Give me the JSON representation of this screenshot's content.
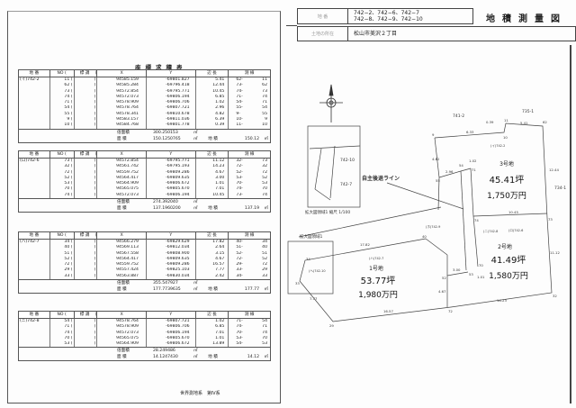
{
  "title_block": {
    "lot_label": "地 番",
    "lot_line1": "742−2、742−6、742−7",
    "lot_line2": "742−8、742−9、742−10",
    "doc_title": "地積測量図",
    "location_label": "土地の所在",
    "location": "松山市美沢２丁目"
  },
  "table_title": "座標求積表",
  "headers": [
    "地 番",
    "NO",
    "標 識",
    "X",
    "Y",
    "辺 長",
    "測 線"
  ],
  "footer_labels": {
    "double": "倍面積",
    "area": "面 積",
    "chiseki": "地 積",
    "unit": "㎡"
  },
  "tables": [
    {
      "lot": "(イ)742-2",
      "rows": [
        [
          "11",
          "94585.159",
          "-69801.827",
          "5.41",
          "62-",
          "11"
        ],
        [
          "62",
          "94585.284",
          "-69796.418",
          "12.44",
          "73-",
          "62"
        ],
        [
          "73",
          "94572.854",
          "-69795.771",
          "10.45",
          "74-",
          "73"
        ],
        [
          "74",
          "94572.073",
          "-69806.194",
          "6.85",
          "71-",
          "74"
        ],
        [
          "71",
          "94578.909",
          "-69806.706",
          "1.02",
          "54-",
          "71"
        ],
        [
          "54",
          "94578.764",
          "-69807.721",
          "2.96",
          "55-",
          "54"
        ],
        [
          "55",
          "94578.341",
          "-69810.678",
          "4.82",
          "9-",
          "55"
        ],
        [
          "9",
          "94583.157",
          "-69811.036",
          "6.39",
          "10-",
          "9"
        ],
        [
          "10",
          "94584.768",
          "-69801.778",
          "0.39",
          "11-",
          "10"
        ]
      ],
      "double_area": "300.250153",
      "area": "150.1250765",
      "chiseki": "150.12"
    },
    {
      "lot": "(ロ)742-6",
      "rows": [
        [
          "73",
          "94572.854",
          "-69795.771",
          "11.12",
          "32-",
          "73"
        ],
        [
          "32",
          "94561.742",
          "-69795.193",
          "14.23",
          "72-",
          "32"
        ],
        [
          "72",
          "94559.752",
          "-69809.286",
          "4.67",
          "52-",
          "72"
        ],
        [
          "52",
          "94564.417",
          "-69809.635",
          "3.00",
          "53-",
          "52"
        ],
        [
          "53",
          "94564.909",
          "-69806.672",
          "1.01",
          "70-",
          "53"
        ],
        [
          "70",
          "94565.075",
          "-69805.670",
          "7.01",
          "74-",
          "70"
        ],
        [
          "74",
          "94572.073",
          "-69806.194",
          "10.45",
          "73-",
          "74"
        ]
      ],
      "double_area": "274.392040",
      "area": "137.1960200",
      "chiseki": "137.19"
    },
    {
      "lot": "(ハ)742-7",
      "rows": [
        [
          "34",
          "94566.279",
          "-69829.629",
          "17.82",
          "40-",
          "34"
        ],
        [
          "40",
          "94569.113",
          "-69812.034",
          "2.64",
          "51-",
          "40"
        ],
        [
          "51",
          "94567.558",
          "-69808.900",
          "3.15",
          "52-",
          "51"
        ],
        [
          "52",
          "94564.417",
          "-69809.635",
          "4.67",
          "72-",
          "52"
        ],
        [
          "72",
          "94559.752",
          "-69809.286",
          "16.57",
          "29-",
          "72"
        ],
        [
          "29",
          "94557.424",
          "-69825.103",
          "7.77",
          "33-",
          "29"
        ],
        [
          "33",
          "94563.887",
          "-69830.034",
          "2.42",
          "34-",
          "33"
        ]
      ],
      "double_area": "355.547927",
      "area": "177.7739635",
      "chiseki": "177.77"
    },
    {
      "lot": "(ニ)742-8",
      "rows": [
        [
          "54",
          "94578.764",
          "-69807.721",
          "1.02",
          "71-",
          "54"
        ],
        [
          "71",
          "94578.909",
          "-69806.706",
          "6.85",
          "74-",
          "71"
        ],
        [
          "74",
          "94572.073",
          "-69806.194",
          "7.01",
          "70-",
          "74"
        ],
        [
          "70",
          "94565.075",
          "-69805.670",
          "1.01",
          "53-",
          "70"
        ],
        [
          "53",
          "94564.909",
          "-69806.672",
          "13.89",
          "54-",
          "53"
        ]
      ],
      "double_area": "28.249486",
      "area": "14.1247430",
      "chiseki": "14.12"
    }
  ],
  "datum": "世界測地系　第Ⅳ系",
  "map": {
    "neighbors": {
      "n1": "741-2",
      "n2": "735-1",
      "n3": "734-1"
    },
    "setback": "自主後退ライン",
    "inset1_caption": "拡大図領域1 縮尺 1/100",
    "inset1_label": "拡大図領域1",
    "inset_lots": {
      "a": "742-10",
      "b": "742-7",
      "c": "(ヘ)742-10"
    },
    "lot_labels": {
      "i": "(イ)742-2",
      "ro": "(ロ)742-6",
      "ni": "(ニ)742-8",
      "ha": "(ハ)742-7",
      "ho": "(ホ)742-9"
    },
    "plots": [
      {
        "name": "3号地",
        "tsubo": "45.41坪",
        "price": "1,750万円"
      },
      {
        "name": "2号地",
        "tsubo": "41.49坪",
        "price": "1,580万円"
      },
      {
        "name": "1号地",
        "tsubo": "53.77坪",
        "price": "1,980万円"
      }
    ],
    "points": {
      "p9": "9",
      "p10": "10",
      "p11": "11",
      "p62": "62",
      "p55": "55",
      "p54": "54",
      "p71": "71",
      "p73": "73",
      "p74": "74",
      "p32": "32",
      "p72": "72",
      "p29": "29",
      "p34": "34",
      "p33": "33",
      "p40": "40",
      "p52": "52",
      "p53": "53",
      "p70": "70"
    },
    "lengths": {
      "l1": "0.39",
      "l2": "5.41",
      "l3": "6.33",
      "l4": "4.82",
      "l5": "2.96",
      "l6": "1.02",
      "l7": "12.44",
      "l8": "10.45",
      "l9": "11.12",
      "l10": "14.23",
      "l11": "16.57",
      "l12": "17.82",
      "l13": "7.77",
      "l14": "4.67",
      "l15": "3.00",
      "l16": "1.01"
    }
  }
}
